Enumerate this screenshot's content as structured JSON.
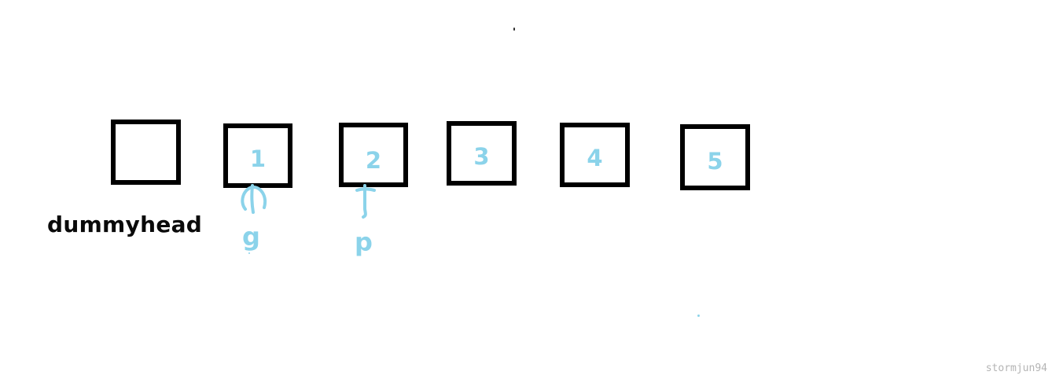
{
  "diagram": {
    "dummy_label": "dummyhead",
    "nodes": [
      {
        "value": ""
      },
      {
        "value": "1"
      },
      {
        "value": "2"
      },
      {
        "value": "3"
      },
      {
        "value": "4"
      },
      {
        "value": "5"
      }
    ],
    "pointers": [
      {
        "label": "g"
      },
      {
        "label": "p"
      }
    ],
    "colors": {
      "box_border": "#000000",
      "annotation": "#8bd3ea",
      "watermark": "#b4b4b4"
    }
  },
  "watermark": "stormjun94"
}
